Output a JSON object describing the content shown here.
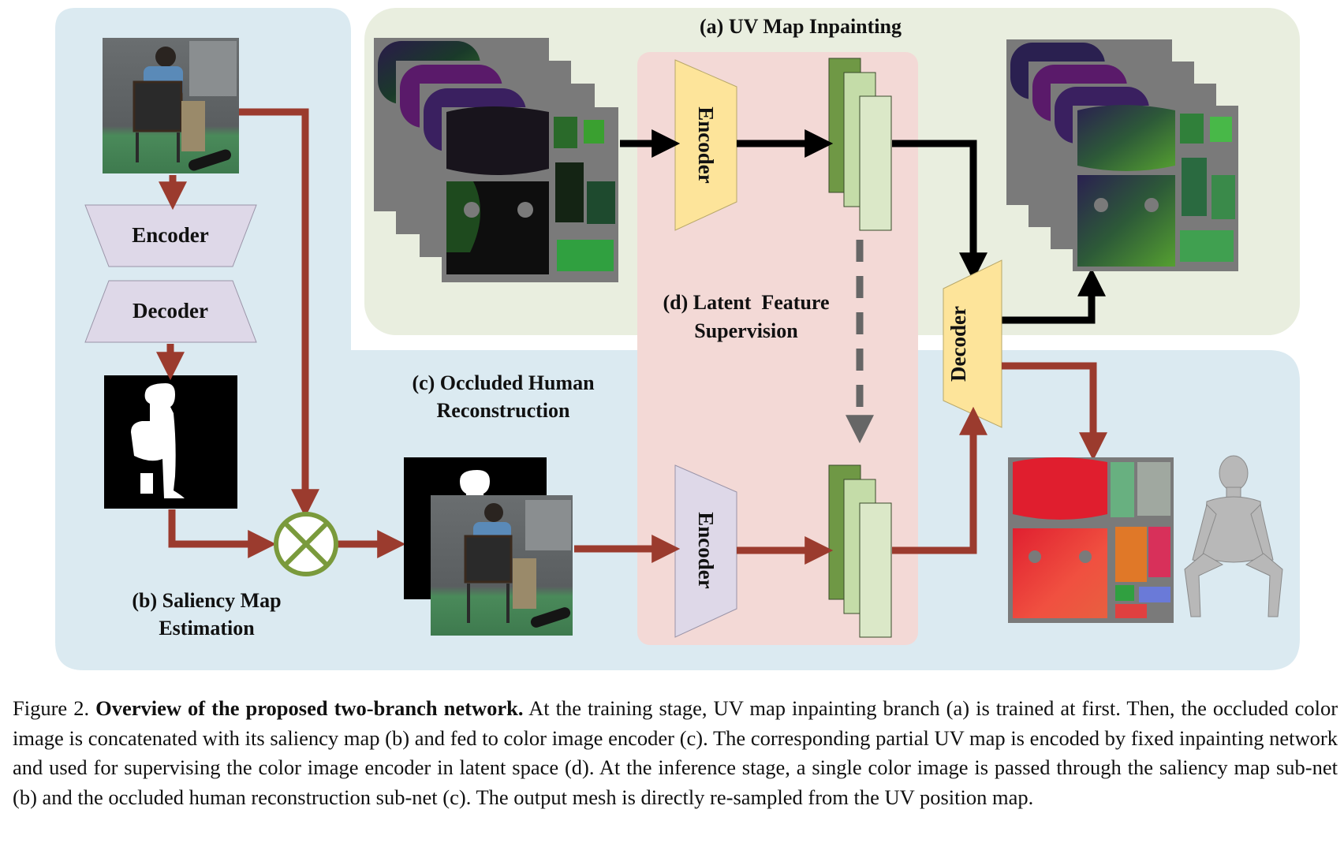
{
  "diagram": {
    "section_a": "(a) UV Map Inpainting",
    "section_b": [
      "(b) Saliency Map",
      "Estimation"
    ],
    "section_c": [
      "(c) Occluded Human",
      "Reconstruction"
    ],
    "section_d": [
      "(d) Latent  Feature",
      "Supervision"
    ],
    "encoder_label": "Encoder",
    "decoder_label": "Decoder",
    "colors": {
      "blue_panel": "#dbeaf1",
      "green_panel": "#e9eedf",
      "pink_panel": "#f3d9d6",
      "lavender_block": "#ded8e8",
      "yellow_block": "#fde49a",
      "red_arrow": "#9b3b2e",
      "feature_dark": "#6f9845",
      "feature_mid": "#c4dca8",
      "feature_light": "#dbe8c8",
      "dashed_arrow": "#666666",
      "concat_circle": "#7a9a3c"
    }
  },
  "caption": {
    "prefix": "Figure 2.",
    "bold": "Overview of the proposed two-branch network.",
    "body": "At the training stage, UV map inpainting branch (a) is trained at first. Then, the occluded color image is concatenated with its saliency map (b) and fed to color image encoder (c). The corresponding partial UV map is encoded by fixed inpainting network and used for supervising the color image encoder in latent space (d). At the inference stage, a single color image is passed through the saliency map sub-net (b) and the occluded human reconstruction sub-net (c). The output mesh is directly re-sampled from the UV position map."
  }
}
